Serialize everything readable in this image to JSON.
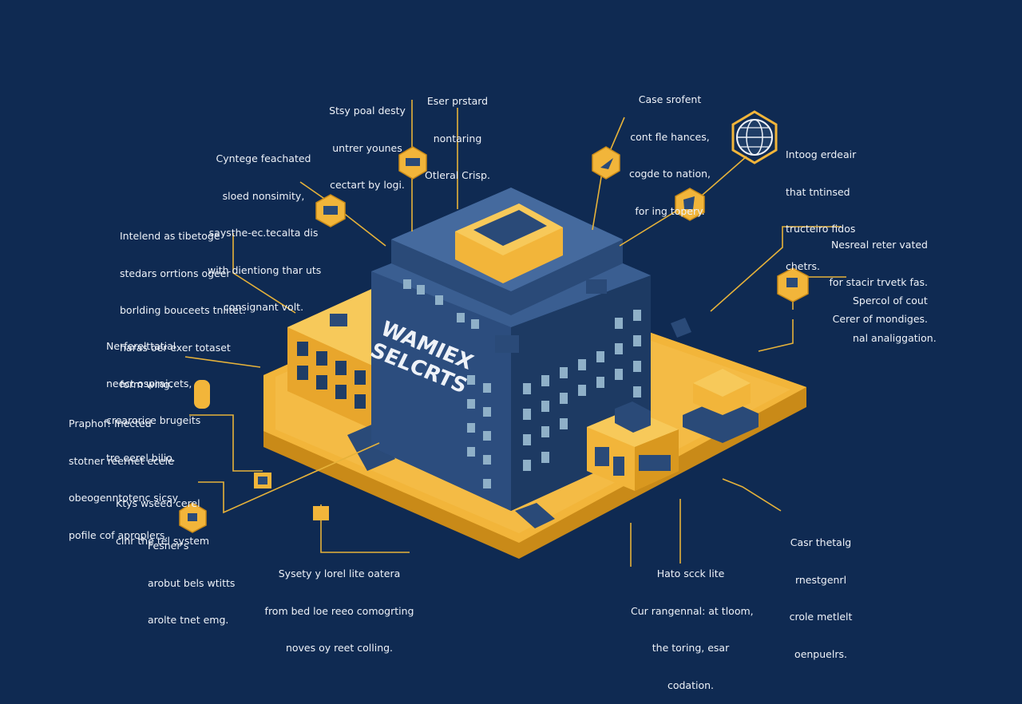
{
  "colors": {
    "background": "#0f2a52",
    "accent": "#f2b53a",
    "accent_dark": "#c98a18",
    "building": "#2a4a78",
    "window": "#8fb0c8",
    "line": "#e6b23a",
    "text": "#eef2f8"
  },
  "building": {
    "sign_line1": "WAMIEX",
    "sign_line2": "SELCRTS"
  },
  "annotations": [
    {
      "id": "top-left-a",
      "lines": [
        "Stsy poal desty",
        "untrer younes",
        "cectart by logi."
      ]
    },
    {
      "id": "top-center",
      "lines": [
        "Eser prstard",
        "nontaring",
        "Otleral Crisp."
      ]
    },
    {
      "id": "top-right-a",
      "lines": [
        "Case srofent",
        "cont fle hances,",
        "cogde to nation,",
        "for ing topery."
      ]
    },
    {
      "id": "top-right-b",
      "lines": [
        "Intoog erdeair",
        "that tntinsed",
        "tructeiro fidos",
        "chetrs."
      ]
    },
    {
      "id": "left-1",
      "lines": [
        "Cyntege feachated",
        "sloed nonsimity,",
        "saysthe-ec.tecalta dis",
        "with dientiong thar uts",
        "consignant volt."
      ]
    },
    {
      "id": "left-2",
      "lines": [
        "Intelend as tibetoge",
        "stedars orrtions ogeer",
        "borlding bouceets tnlitet.",
        "haras oer exer totaset",
        "form wing."
      ]
    },
    {
      "id": "left-3",
      "lines": [
        "Nerferelttatial",
        "neect ospraicets,",
        "crearorice brugeits",
        "tre eerel bilio."
      ]
    },
    {
      "id": "left-4",
      "lines": [
        "Praphof! Inected",
        "stotner reernet ecele",
        "obeogenntotenc sicsy",
        "pofile cof aproplers."
      ]
    },
    {
      "id": "left-5",
      "lines": [
        "Ktys wseed cerel",
        "clnr the tel system"
      ]
    },
    {
      "id": "left-6",
      "lines": [
        "Fesner's",
        "arobut bels wtitts",
        "arolte tnet emg."
      ]
    },
    {
      "id": "right-1",
      "lines": [
        "Nesreal reter vated",
        "for stacir trvetk fas.",
        "Cerer of mondiges."
      ]
    },
    {
      "id": "right-2",
      "lines": [
        "Spercol of cout",
        "nal analiggation."
      ]
    },
    {
      "id": "right-3",
      "lines": [
        "Casr thetalg",
        "rnestgenrl",
        "crole metlelt",
        "oenpuelrs."
      ]
    },
    {
      "id": "bottom-center",
      "lines": [
        "Sysety y lorel lite oatera",
        "from bed loe reeo comogrting",
        "noves oy reet colling."
      ]
    },
    {
      "id": "bottom-right-a",
      "lines": [
        "Hato scck lite",
        "Cur rangennal: at tloom,",
        "the toring, esar",
        "codation."
      ]
    }
  ]
}
